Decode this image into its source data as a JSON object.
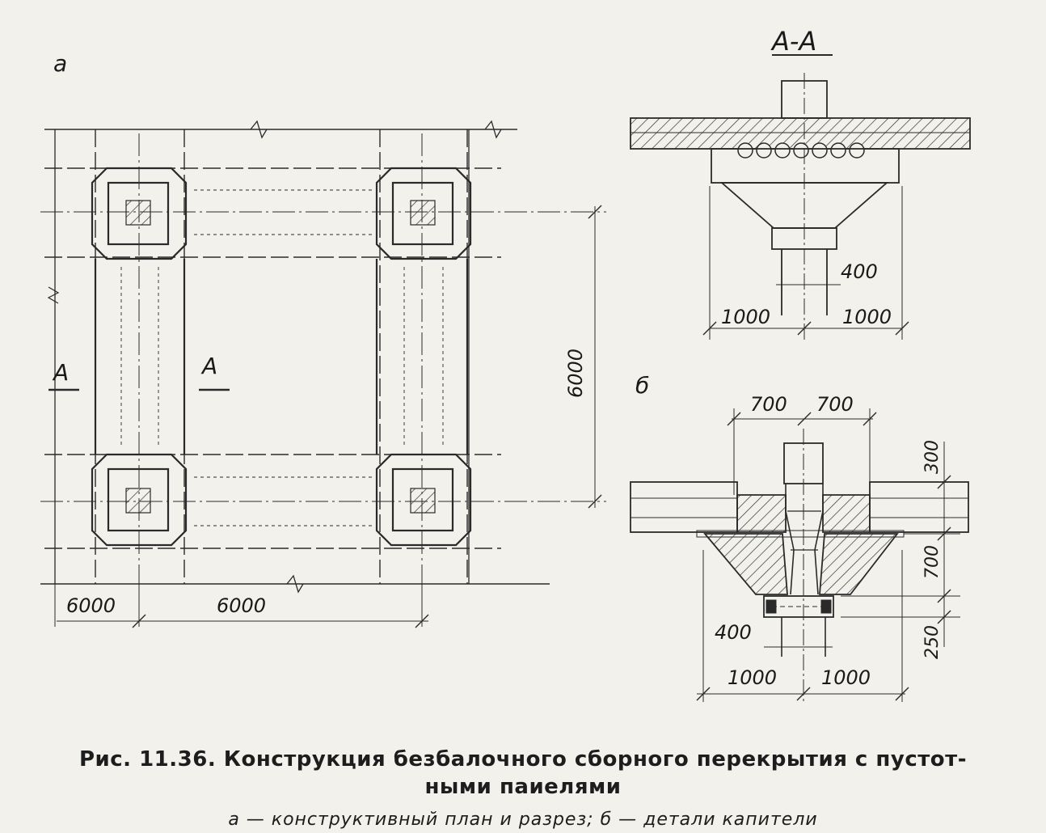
{
  "labels": {
    "plan": "а",
    "section_title": "А-А",
    "detail": "б",
    "cut_left": "А",
    "cut_right": "А"
  },
  "dimensions": {
    "plan_span_left": "6000",
    "plan_span_middle": "6000",
    "plan_span_vertical": "6000",
    "section_left": "1000",
    "section_right": "1000",
    "section_column": "400",
    "detail_top_left": "700",
    "detail_top_right": "700",
    "detail_height_top": "300",
    "detail_height_mid": "700",
    "detail_height_bottom": "250",
    "detail_column": "400",
    "detail_left": "1000",
    "detail_right": "1000"
  },
  "caption": {
    "main_line1": "Рис. 11.36. Конструкция безбалочного сборного перекрытия с пустот-",
    "main_line2": "ными паиелями",
    "sub": "а — конструктивный план и разрез; б — детали капители"
  },
  "colors": {
    "ink": "#2a2a2a",
    "paper": "#f2f1ec"
  }
}
